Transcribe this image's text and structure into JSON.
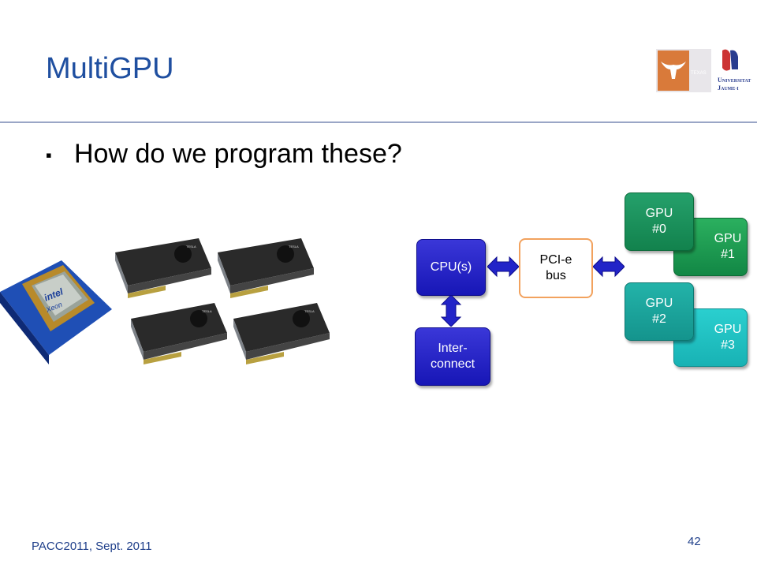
{
  "slide": {
    "title": "MultiGPU",
    "bullet": "How do we program these?",
    "bullet_marker": "▪"
  },
  "logos": {
    "texas_text": "TEXAS",
    "uji_text": "UNIVERSITAT JAUME·I",
    "texas_color": "#d97a3a"
  },
  "hardware": {
    "cpu_brand": "intel",
    "cpu_model": "Xeon",
    "card_label": "TESLA"
  },
  "diagram": {
    "cpu_label": "CPU(s)",
    "interconnect_label_1": "Inter-",
    "interconnect_label_2": "connect",
    "pcie_label_1": "PCI-e",
    "pcie_label_2": "bus",
    "gpus": [
      {
        "line1": "GPU",
        "line2": "#0"
      },
      {
        "line1": "GPU",
        "line2": "#1"
      },
      {
        "line1": "GPU",
        "line2": "#2"
      },
      {
        "line1": "GPU",
        "line2": "#3"
      }
    ],
    "arrow_color": "#2224c8"
  },
  "footer": {
    "left": "PACC2011, Sept. 2011",
    "page": "42"
  }
}
